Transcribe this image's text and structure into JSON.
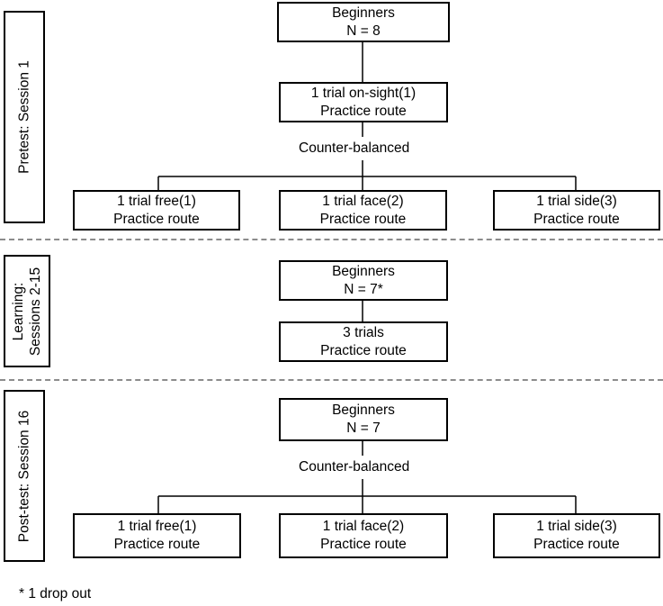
{
  "pretest": {
    "side_label": "Pretest: Session 1",
    "beginners": {
      "line1": "Beginners",
      "line2": "N = 8"
    },
    "onsight": {
      "line1": "1 trial on-sight(1)",
      "line2": "Practice route"
    },
    "counter_balanced": "Counter-balanced",
    "free": {
      "line1": "1 trial free(1)",
      "line2": "Practice route"
    },
    "face": {
      "line1": "1 trial face(2)",
      "line2": "Practice route"
    },
    "side": {
      "line1": "1 trial side(3)",
      "line2": "Practice route"
    }
  },
  "learning": {
    "side_label_line1": "Learning:",
    "side_label_line2": "Sessions 2-15",
    "beginners": {
      "line1": "Beginners",
      "line2": "N = 7*"
    },
    "trials": {
      "line1": "3 trials",
      "line2": "Practice route"
    }
  },
  "posttest": {
    "side_label": "Post-test: Session 16",
    "beginners": {
      "line1": "Beginners",
      "line2": "N = 7"
    },
    "counter_balanced": "Counter-balanced",
    "free": {
      "line1": "1 trial free(1)",
      "line2": "Practice route"
    },
    "face": {
      "line1": "1 trial face(2)",
      "line2": "Practice route"
    },
    "side": {
      "line1": "1 trial side(3)",
      "line2": "Practice route"
    }
  },
  "footnote": "* 1 drop out"
}
